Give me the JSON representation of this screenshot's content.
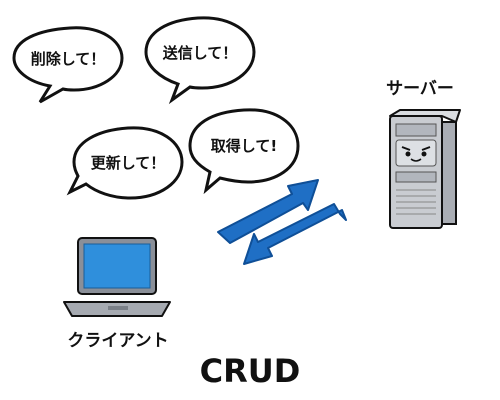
{
  "bubbles": {
    "delete": "削除して！",
    "send": "送信して！",
    "update": "更新して！",
    "fetch": "取得して!"
  },
  "labels": {
    "server": "サーバー",
    "client": "クライアント",
    "title": "CRUD"
  },
  "colors": {
    "arrow": "#1f6fc5",
    "laptop_screen": "#2f8fdc",
    "laptop_body": "#8a8f98",
    "server_body": "#c9ccd1",
    "outline": "#111111"
  },
  "icons": {
    "server": "server-icon",
    "client": "laptop-icon",
    "arrows": "bidirectional-arrows-icon"
  }
}
